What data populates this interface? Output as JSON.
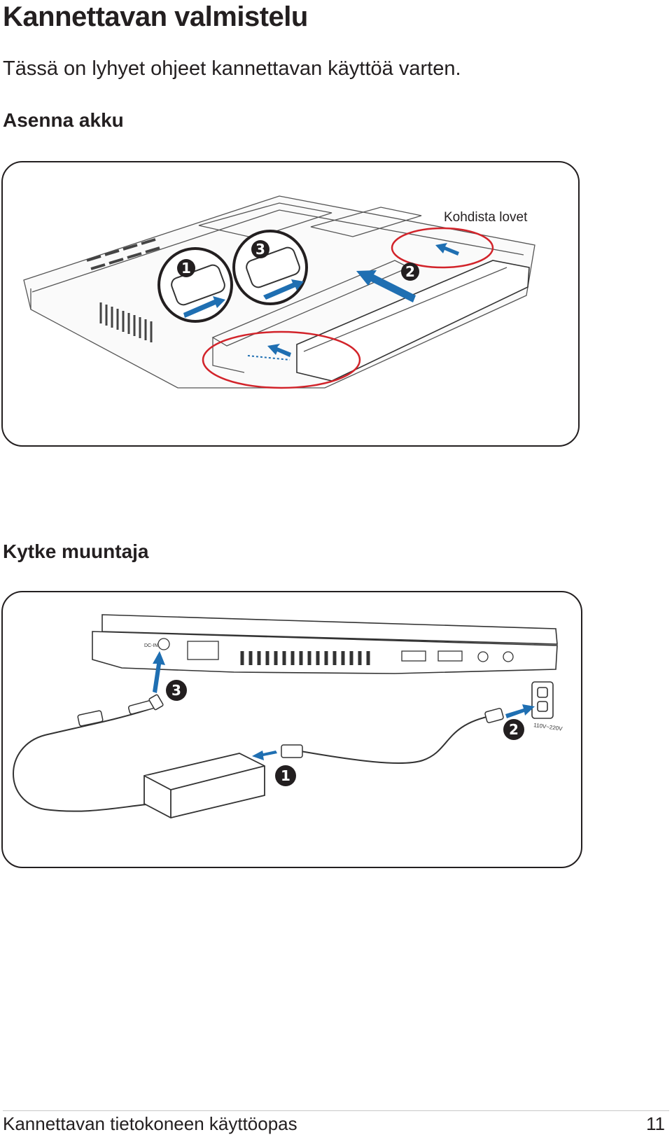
{
  "page": {
    "title": "Kannettavan valmistelu",
    "intro": "Tässä on lyhyet ohjeet kannettavan käyttöä varten."
  },
  "battery_section": {
    "heading": "Asenna akku",
    "callout": "Kohdista lovet",
    "steps": [
      "1",
      "2",
      "3"
    ]
  },
  "adapter_section": {
    "heading": "Kytke muuntaja",
    "voltage": "110V~220V",
    "port_label": "DC-IN",
    "steps": [
      "1",
      "2",
      "3"
    ]
  },
  "footer": {
    "manual_title": "Kannettavan tietokoneen käyttöopas",
    "page_number": "11"
  },
  "colors": {
    "text": "#231f20",
    "arrow_blue": "#1f6fb2",
    "highlight_red": "#d2232a"
  }
}
